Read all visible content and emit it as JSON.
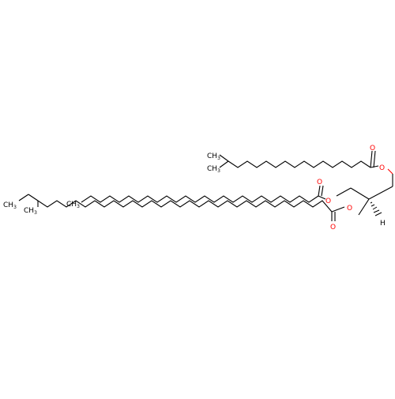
{
  "molecule": {
    "type": "skeletal-structure",
    "labels": {
      "o_ester_top": "O",
      "o_carbonyl_top": "O",
      "o_ester_mid": "O",
      "o_carbonyl_mid": "O",
      "o_ester_bot": "O",
      "o_carbonyl_bot": "O",
      "ch3_top_1": "CH3",
      "ch3_top_2": "CH3",
      "ch3_mid": "CH3",
      "ch3_bot_1": "CH3",
      "ch3_bot_2": "CH3",
      "h_stereo": "H"
    },
    "colors": {
      "bond": "#000000",
      "oxygen": "#ff0000",
      "carbon": "#000000"
    }
  }
}
